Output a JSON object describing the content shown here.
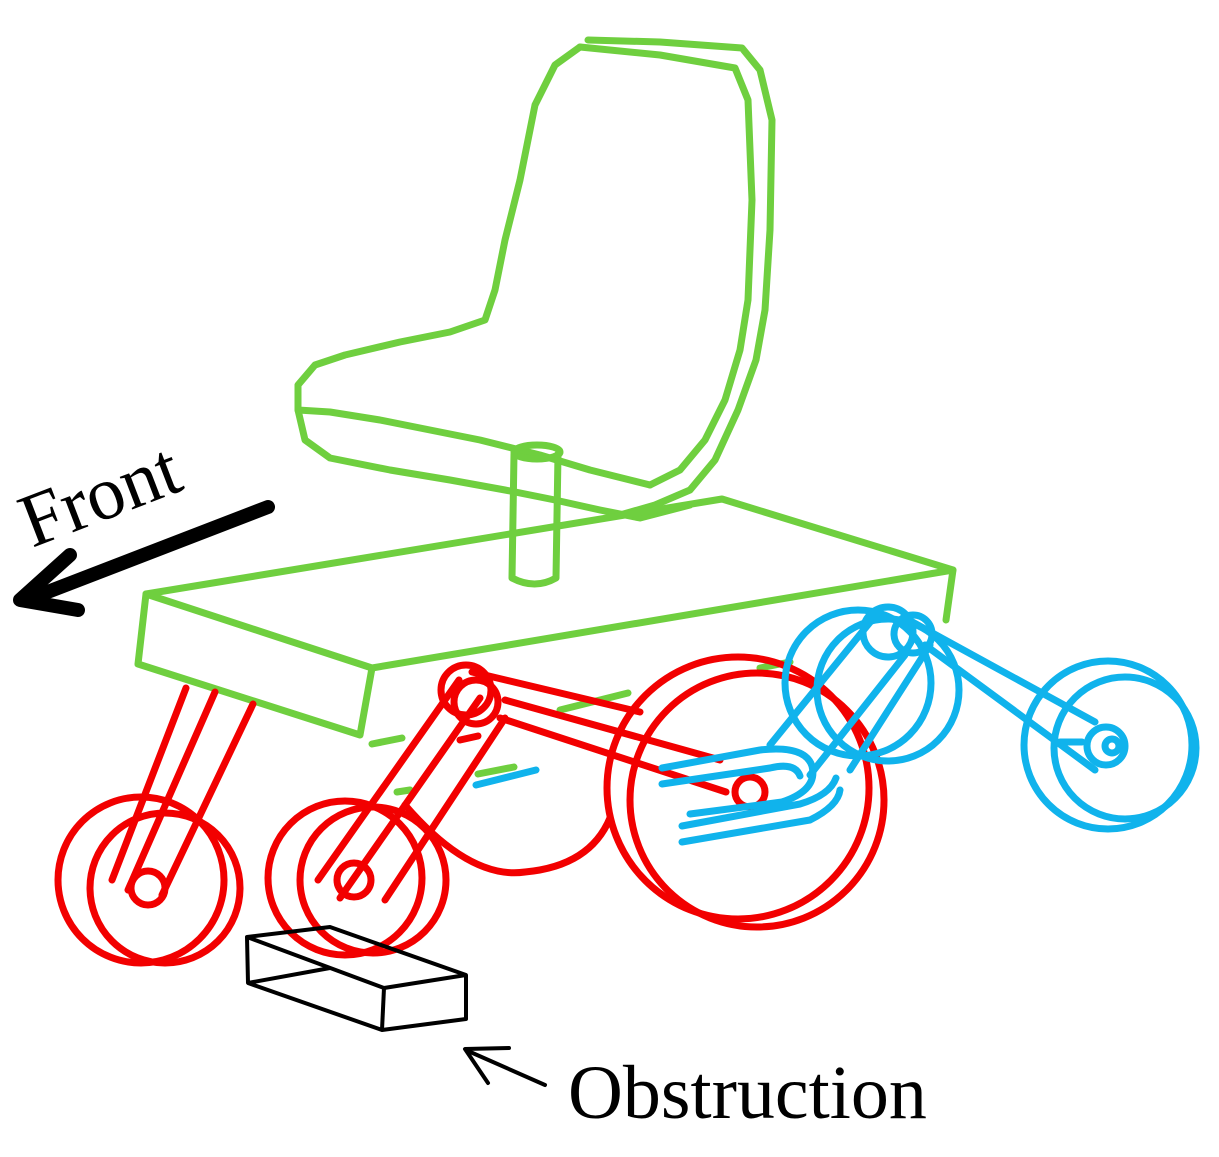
{
  "labels": {
    "front": "Front",
    "obstruction": "Obstruction"
  },
  "colors": {
    "seat_and_frame": "#6fcf3f",
    "front_and_middle_wheels": "#f20000",
    "rear_assembly": "#10b3ec",
    "obstruction_block": "#000000",
    "arrows": "#000000"
  },
  "components": [
    "seat",
    "frame",
    "front-caster-wheel",
    "middle-wheel-linkage",
    "main-drive-wheel",
    "rear-linkage-assembly",
    "obstruction-block"
  ]
}
